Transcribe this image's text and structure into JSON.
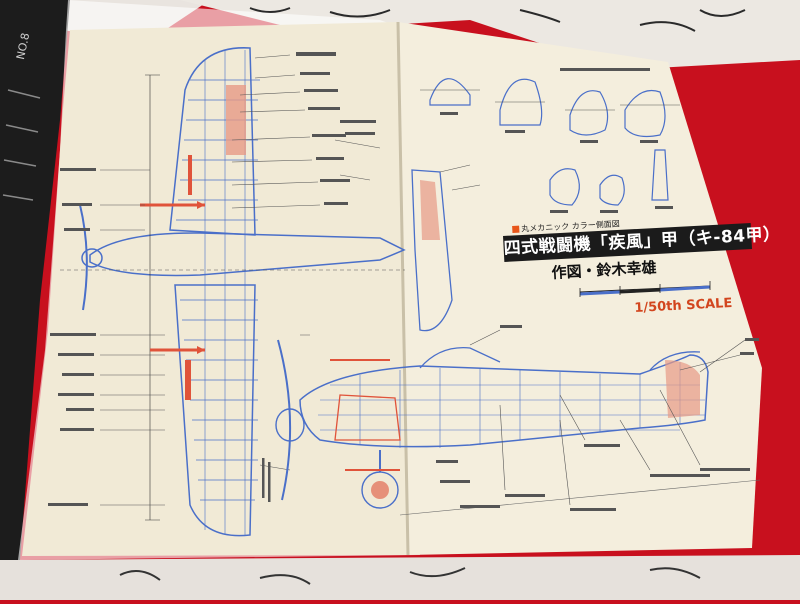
{
  "page_title": "四式戦闘機「疾風」甲（キ-84甲）",
  "series_label": "丸メカニック カラー側面図",
  "author_line": "作図・鈴木幸雄",
  "scale_label": "1/50th SCALE",
  "cover_mark": "NO.8",
  "colors": {
    "tablecloth_red": "#c8101e",
    "paper": "#f1ead6",
    "blueprint_blue": "#4a6fc9",
    "highlight_red": "#e0533a",
    "title_bar": "#1b1b1b",
    "accent_orange": "#e8561a"
  },
  "icons": [
    "airplane-top-view-drawing",
    "airplane-side-view-drawing",
    "fuselage-cross-section-drawing",
    "scale-bar"
  ]
}
